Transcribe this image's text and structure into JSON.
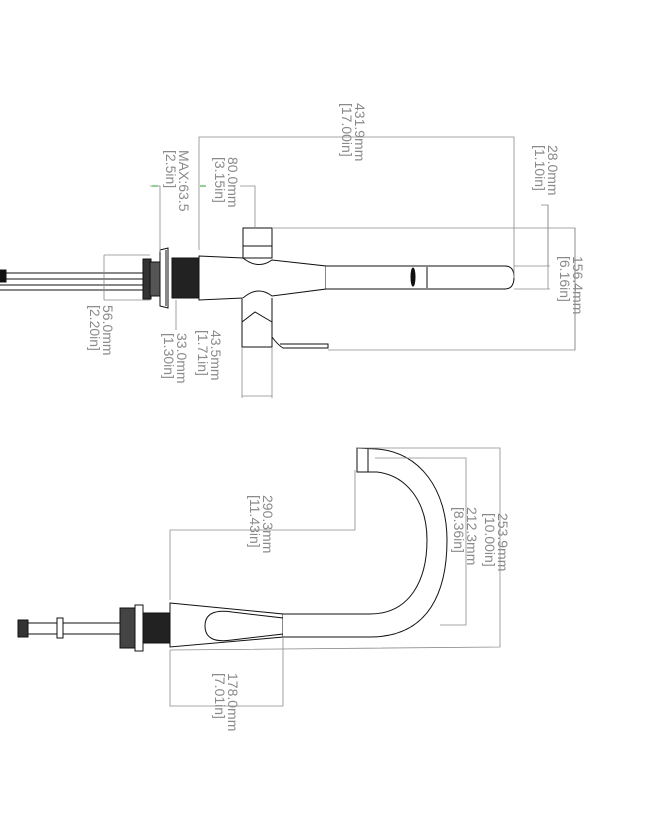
{
  "top_view": {
    "overall_length": {
      "mm": "431.9mm",
      "in": "[17.00in]"
    },
    "spout_diameter": {
      "mm": "28.0mm",
      "in": "[1.10in]"
    },
    "overall_width": {
      "mm": "156.4mm",
      "in": "[6.16in]"
    },
    "max_deck": {
      "mm": "MAX:63.5",
      "in": "[2.5in]"
    },
    "handle_offset": {
      "mm": "80.0mm",
      "in": "[3.15in]"
    },
    "base_diameter": {
      "mm": "56.0mm",
      "in": "[2.20in]"
    },
    "handle_width": {
      "mm": "43.5mm",
      "in": "[1.71in]"
    },
    "shank": {
      "mm": "33.0mm",
      "in": "[1.30in]"
    }
  },
  "side_view": {
    "spout_reach": {
      "mm": "290.3mm",
      "in": "[11.43in]"
    },
    "overall_height": {
      "mm": "253.9mm",
      "in": "[10.00in]"
    },
    "spout_height": {
      "mm": "212.3mm",
      "in": "[8.36in]"
    },
    "body_length": {
      "mm": "178.0mm",
      "in": "[7.01in]"
    }
  },
  "colors": {
    "line": "#111111",
    "dimension": "#8a8a8a",
    "marker": "#2aa02a"
  }
}
